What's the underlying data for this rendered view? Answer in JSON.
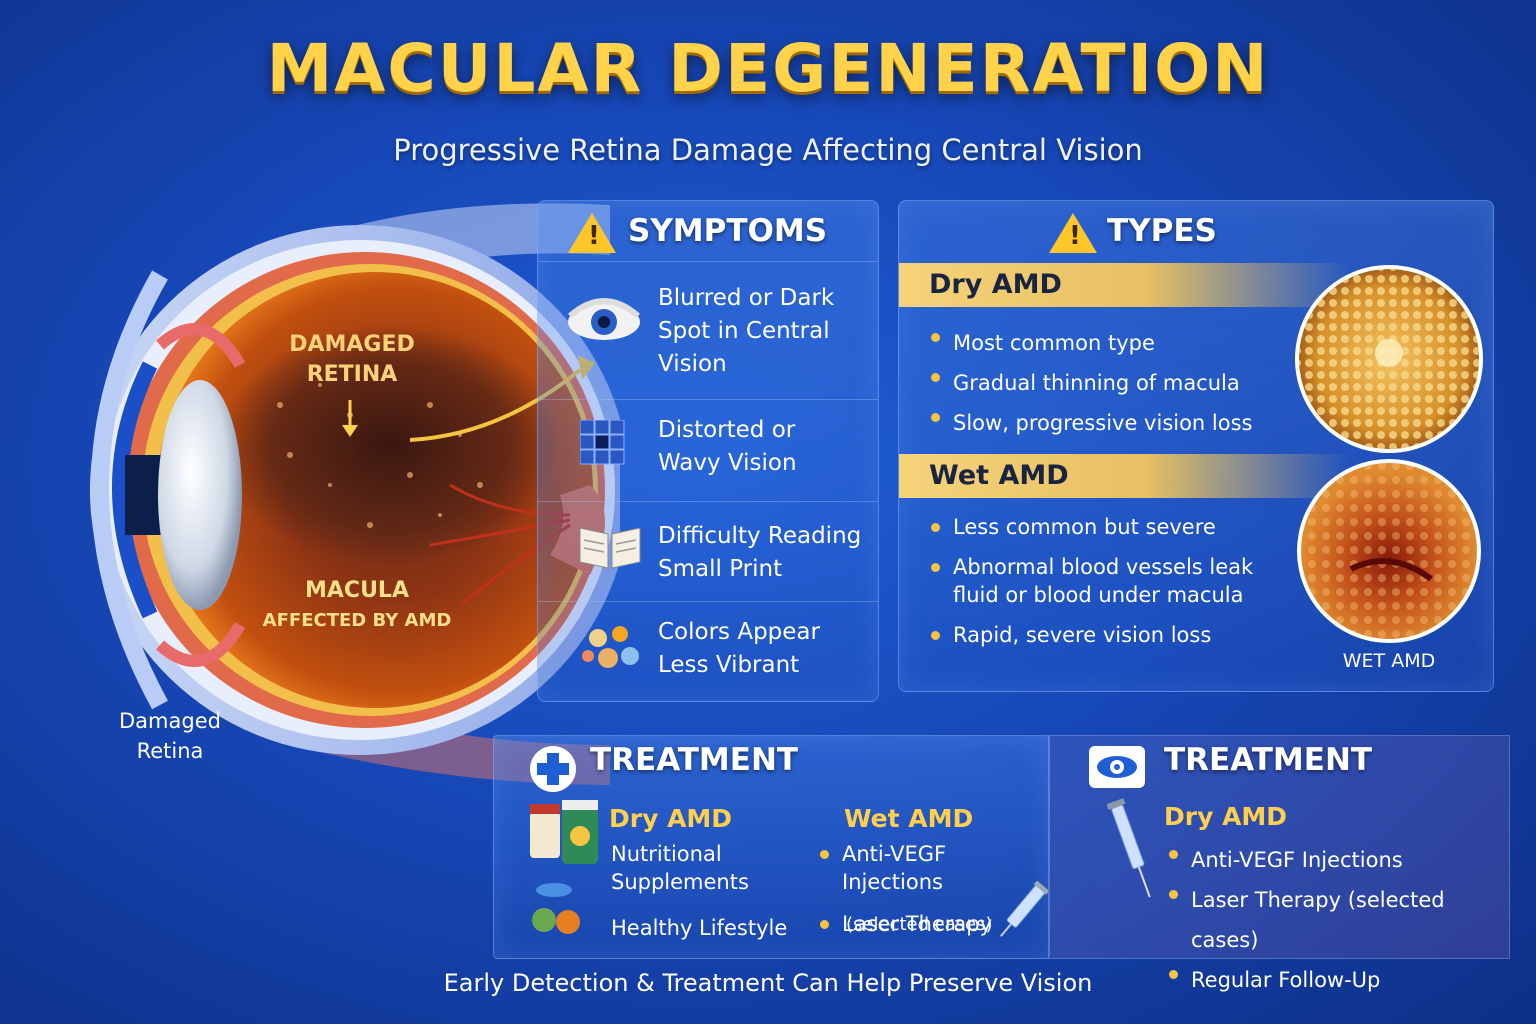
{
  "title": "MACULAR DEGENERATION",
  "subtitle": "Progressive Retina Damage Affecting Central Vision",
  "eye": {
    "label_damaged_1": "DAMAGED",
    "label_damaged_2": "RETINA",
    "label_macula_1": "MACULA",
    "label_macula_2": "AFFECTED BY AMD",
    "caption_1": "Damaged",
    "caption_2": "Retina"
  },
  "symptoms": {
    "heading": "SYMPTOMS",
    "items": [
      {
        "line1": "Blurred or Dark",
        "line2": "Spot in Central",
        "line3": "Vision",
        "icon": "eye-icon"
      },
      {
        "line1": "Distorted or",
        "line2": "Wavy Vision",
        "icon": "grid-icon"
      },
      {
        "line1": "Difficulty Reading",
        "line2": "Small Print",
        "icon": "book-icon"
      },
      {
        "line1": "Colors Appear",
        "line2": "Less Vibrant",
        "icon": "color-icon"
      }
    ]
  },
  "types": {
    "heading": "TYPES",
    "dry": {
      "label": "Dry AMD",
      "bullets": [
        "Most common type",
        "Gradual thinning of macula",
        "Slow, progressive vision loss"
      ]
    },
    "wet": {
      "label": "Wet AMD",
      "bullets": [
        "Less common but severe",
        "Abnormal blood vessels leak",
        "fluid or blood under macula",
        "Rapid, severe vision loss"
      ],
      "image_caption": "WET AMD"
    }
  },
  "treatment_left": {
    "heading": "TREATMENT",
    "dry_label": "Dry AMD",
    "dry_items": [
      "Nutritional",
      "Supplements",
      "Healthy Lifestyle"
    ],
    "wet_label": "Wet AMD",
    "wet_items": [
      "Anti-VEGF Injections",
      "Laser Therapy",
      "(selected cases)"
    ]
  },
  "treatment_right": {
    "heading": "TREATMENT",
    "label": "Dry AMD",
    "items": [
      "Anti-VEGF Injections",
      "Laser Therapy (selected cases)",
      "Regular Follow-Up"
    ]
  },
  "footer": "Early Detection & Treatment Can Help Preserve Vision",
  "colors": {
    "title_gold": "#ffd24a",
    "accent_yellow": "#f5c542",
    "background_blue": "#1748b8"
  }
}
